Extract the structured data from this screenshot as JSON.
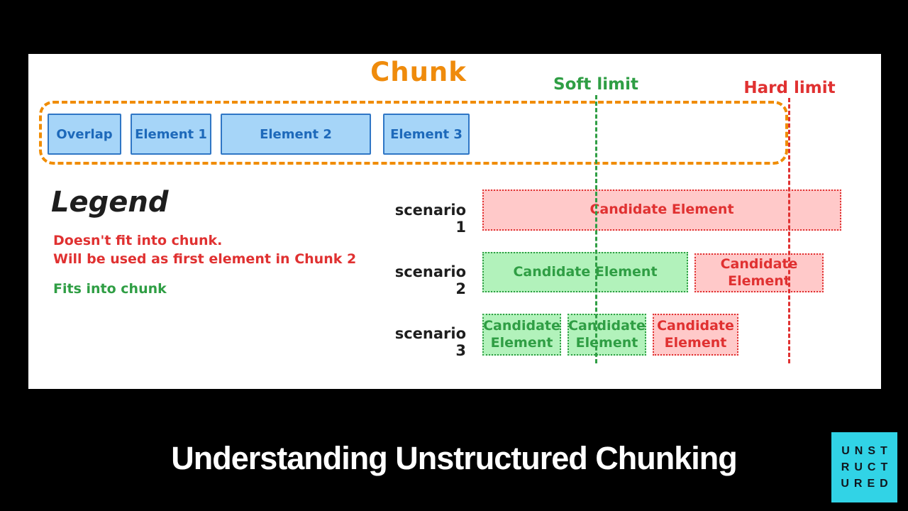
{
  "diagram": {
    "chunk_title": "Chunk",
    "soft_limit_label": "Soft limit",
    "hard_limit_label": "Hard limit",
    "chunk_elements": [
      {
        "label": "Overlap"
      },
      {
        "label": "Element 1"
      },
      {
        "label": "Element 2"
      },
      {
        "label": "Element 3"
      }
    ],
    "legend": {
      "title": "Legend",
      "red_line1": "Doesn't fit into chunk.",
      "red_line2": "Will be used as first element in Chunk 2",
      "green_line": "Fits into chunk"
    },
    "scenarios": [
      {
        "label": "scenario 1",
        "boxes": [
          {
            "text": "Candidate Element",
            "fits": false
          }
        ]
      },
      {
        "label": "scenario 2",
        "boxes": [
          {
            "text": "Candidate Element",
            "fits": true
          },
          {
            "text": "Candidate Element",
            "fits": false
          }
        ]
      },
      {
        "label": "scenario 3",
        "boxes": [
          {
            "text": "Candidate Element",
            "fits": true
          },
          {
            "text": "Candidate Element",
            "fits": true
          },
          {
            "text": "Candidate Element",
            "fits": false
          }
        ]
      }
    ],
    "colors": {
      "chunk_orange": "#f08c00",
      "element_blue_fill": "#a6d5f8",
      "element_blue_stroke": "#2f76c5",
      "fits_green": "#2f9e44",
      "fits_green_fill": "#b2f2bb",
      "no_fit_red": "#e03131",
      "no_fit_red_fill": "#ffc9c9"
    }
  },
  "footer": {
    "title": "Understanding Unstructured Chunking",
    "logo_rows": [
      "UNST",
      "RUCT",
      "URED"
    ],
    "logo_color": "#31d3e6"
  }
}
